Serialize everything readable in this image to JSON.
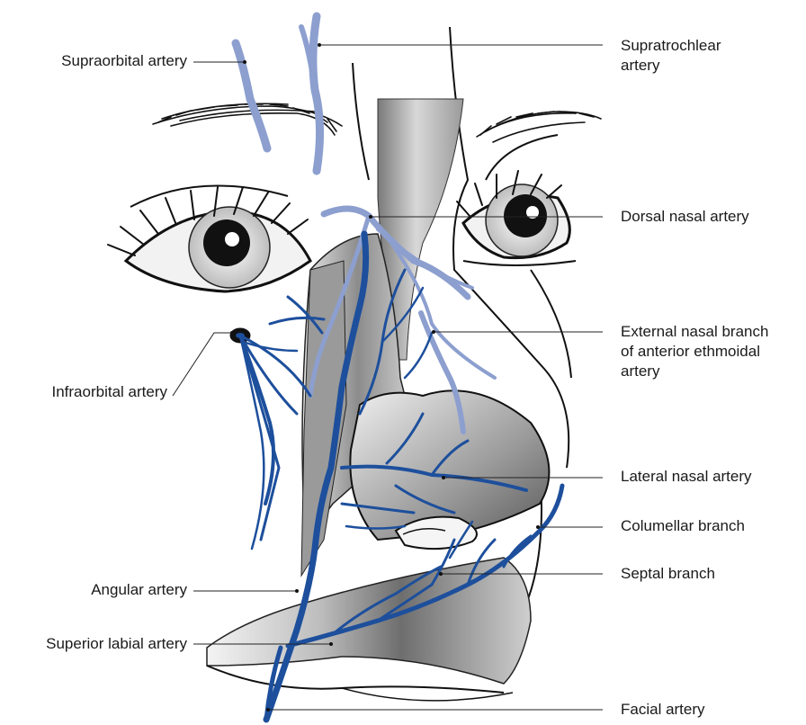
{
  "labels": {
    "supraorbital": "Supraorbital artery",
    "supratrochlear": [
      "Supratrochlear",
      "artery"
    ],
    "dorsal_nasal": "Dorsal nasal artery",
    "external_nasal": [
      "External nasal branch",
      "of anterior ethmoidal",
      "artery"
    ],
    "infraorbital": "Infraorbital artery",
    "lateral_nasal": "Lateral nasal artery",
    "columellar": "Columellar branch",
    "septal": "Septal branch",
    "angular": "Angular artery",
    "superior_labial": "Superior labial artery",
    "facial": "Facial artery"
  },
  "colors": {
    "deep_artery": "#1d4f9c",
    "superficial_artery": "#8c9fcf",
    "outline": "#111111",
    "shading_dark": "#8a8a8a",
    "shading_light": "#e6e6e6"
  }
}
